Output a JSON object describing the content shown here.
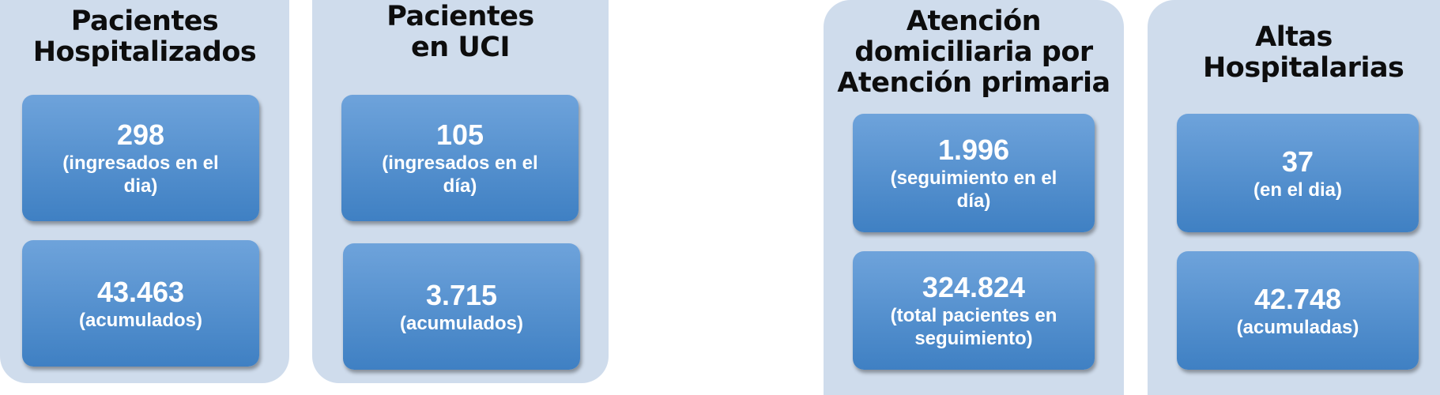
{
  "panels": [
    {
      "title": "Pacientes Hospitalizados",
      "daily": {
        "value": "298",
        "label": "(ingresados en el dia)"
      },
      "total": {
        "value": "43.463",
        "label": "(acumulados)"
      }
    },
    {
      "title": "Pacientes en UCI",
      "daily": {
        "value": "105",
        "label": "(ingresados en el día)"
      },
      "total": {
        "value": "3.715",
        "label": "(acumulados)"
      }
    },
    {
      "title": "Atención domiciliaria por Atención primaria",
      "daily": {
        "value": "1.996",
        "label": "(seguimiento en el día)"
      },
      "total": {
        "value": "324.824",
        "label": "(total pacientes en seguimiento)"
      }
    },
    {
      "title": "Altas Hospitalarias",
      "daily": {
        "value": "37",
        "label": "(en el dia)"
      },
      "total": {
        "value": "42.748",
        "label": "(acumuladas)"
      }
    }
  ],
  "colors": {
    "panel_bg": "#cfdcec",
    "box_top": "#6ea3db",
    "box_bottom": "#3f80c3",
    "title_text": "#0d0d0d",
    "box_text": "#ffffff"
  }
}
